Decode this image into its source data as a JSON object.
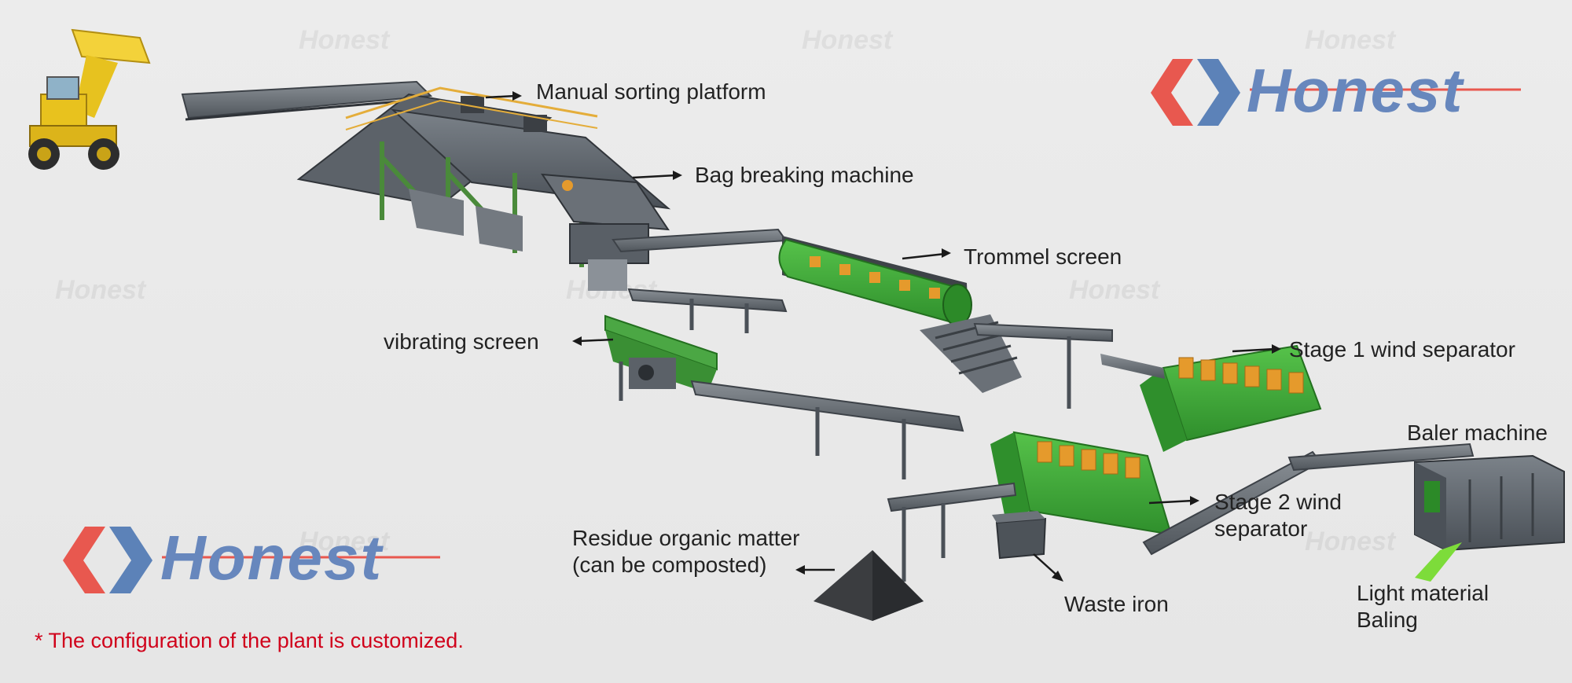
{
  "brand": {
    "name": "Honest",
    "colors": {
      "red": "#e8584f",
      "blue": "#5c82b8",
      "steel": "#596069",
      "green": "#3ea83b",
      "orange": "#e59a2c",
      "frame": "#4a8a3a"
    }
  },
  "labels": {
    "manual_sorting": "Manual sorting platform",
    "bag_breaking": "Bag breaking machine",
    "trommel": "Trommel screen",
    "vibrating": "vibrating screen",
    "wind1": "Stage 1 wind separator",
    "baler": "Baler machine",
    "wind2_line1": "Stage 2 wind",
    "wind2_line2": "separator",
    "residue_line1": "Residue organic matter",
    "residue_line2": "(can be composted)",
    "waste_iron": "Waste iron",
    "light_line1": "Light material",
    "light_line2": "Baling"
  },
  "note": "* The configuration of the plant is customized.",
  "icons": [
    "wheel-loader-icon",
    "honest-logo-icon"
  ]
}
